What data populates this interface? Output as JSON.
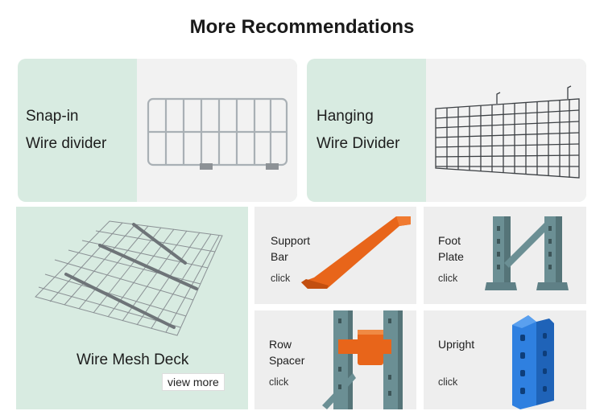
{
  "page_title": "More Recommendations",
  "cards": {
    "snap_in": {
      "line1": "Snap-in",
      "line2": "Wire divider"
    },
    "hanging": {
      "line1": "Hanging",
      "line2": "Wire Divider"
    },
    "wire_mesh": {
      "label": "Wire Mesh Deck",
      "button": "view more"
    },
    "support_bar": {
      "line1": "Support",
      "line2": "Bar",
      "click": "click"
    },
    "foot_plate": {
      "line1": "Foot",
      "line2": "Plate",
      "click": "click"
    },
    "row_spacer": {
      "line1": "Row",
      "line2": "Spacer",
      "click": "click"
    },
    "upright": {
      "line1": "Upright",
      "click": "click"
    }
  },
  "colors": {
    "card_green": "#d8ebe1",
    "card_grey": "#eeeeee",
    "orange": "#e8651a",
    "steel": "#6b8f94",
    "blue": "#2f80e0"
  }
}
